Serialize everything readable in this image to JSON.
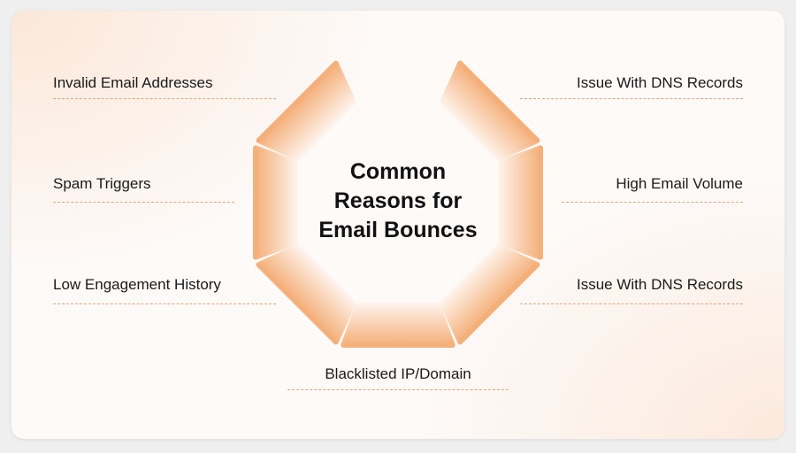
{
  "title": [
    "Common",
    "Reasons for",
    "Email Bounces"
  ],
  "items": {
    "top_left": "Invalid Email Addresses",
    "mid_left": "Spam Triggers",
    "bottom_left": "Low Engagement History",
    "top_right": "Issue With DNS Records",
    "mid_right": "High Email Volume",
    "bottom_right": "Issue With DNS Records",
    "bottom": "Blacklisted IP/Domain"
  },
  "colors": {
    "segment_outer": "#f4ad76",
    "segment_inner": "#ffffff",
    "dash": "#e6a77a"
  }
}
